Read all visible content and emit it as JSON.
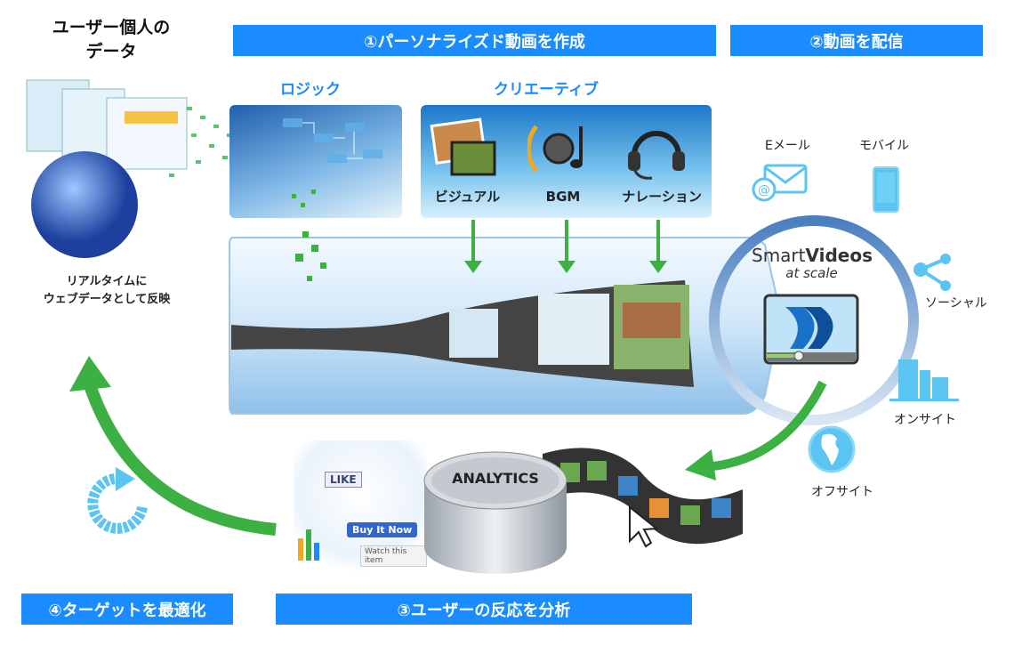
{
  "user_data_title": [
    "ユーザー個人の",
    "データ"
  ],
  "realtime_caption": [
    "リアルタイムに",
    "ウェブデータとして反映"
  ],
  "steps": {
    "step1": "①パーソナライズド動画を作成",
    "step2": "②動画を配信",
    "step3": "③ユーザーの反応を分析",
    "step4": "④ターゲットを最適化"
  },
  "sections": {
    "logic": "ロジック",
    "creative": "クリエーティブ"
  },
  "creative_items": [
    "ビジュアル",
    "BGM",
    "ナレーション"
  ],
  "brand": {
    "name_light": "Smart",
    "name_bold": "Videos",
    "tagline": "at scale"
  },
  "channels": [
    "Eメール",
    "モバイル",
    "ソーシャル",
    "オンサイト",
    "オフサイト"
  ],
  "analytics_label": "ANALYTICS",
  "ad_labels": {
    "like": "LIKE",
    "buy": "Buy It Now",
    "watch": "Watch this item"
  },
  "colors": {
    "accent": "#1a8cff",
    "green": "#3cb043",
    "ring": "#4a7fc0",
    "icon": "#5bc4f0"
  }
}
